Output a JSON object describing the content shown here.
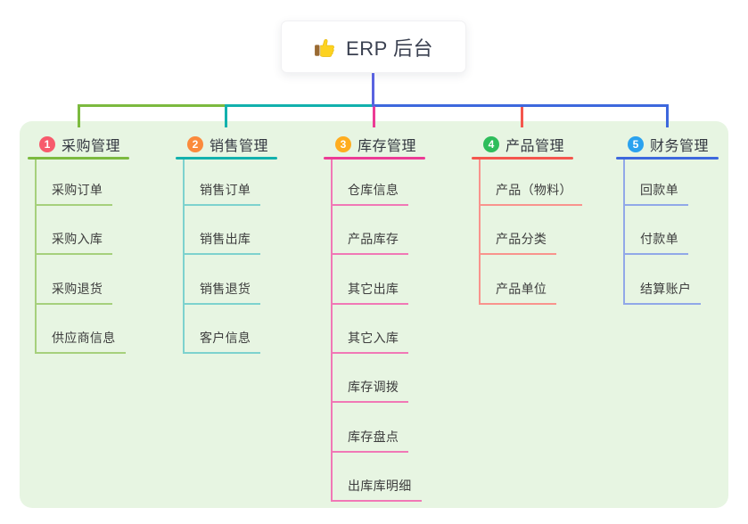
{
  "root": {
    "title": "ERP 后台",
    "icon": "thumbs-up-icon"
  },
  "colors": {
    "page_bg": "#ffffff",
    "panel_bg": "#e7f5e2",
    "root_connector": "#5a63e0",
    "title_text": "#333740",
    "child_text": "#3d3d3d"
  },
  "branches": [
    {
      "num": "1",
      "title": "采购管理",
      "badge_color": "#f75a6c",
      "line_color": "#7cba3f",
      "child_line_color": "#a6d07c",
      "children": [
        "采购订单",
        "采购入库",
        "采购退货",
        "供应商信息"
      ]
    },
    {
      "num": "2",
      "title": "销售管理",
      "badge_color": "#fb8a3c",
      "line_color": "#12b1ad",
      "child_line_color": "#7dd2ce",
      "children": [
        "销售订单",
        "销售出库",
        "销售退货",
        "客户信息"
      ]
    },
    {
      "num": "3",
      "title": "库存管理",
      "badge_color": "#ffad1f",
      "line_color": "#ec3b95",
      "child_line_color": "#f178b6",
      "children": [
        "仓库信息",
        "产品库存",
        "其它出库",
        "其它入库",
        "库存调拨",
        "库存盘点",
        "出库库明细"
      ]
    },
    {
      "num": "4",
      "title": "产品管理",
      "badge_color": "#2ebd5b",
      "line_color": "#f4564d",
      "child_line_color": "#f9938d",
      "children": [
        "产品（物料）",
        "产品分类",
        "产品单位"
      ]
    },
    {
      "num": "5",
      "title": "财务管理",
      "badge_color": "#2aa2ef",
      "line_color": "#3d68dd",
      "child_line_color": "#91a8e8",
      "children": [
        "回款单",
        "付款单",
        "结算账户"
      ]
    }
  ]
}
